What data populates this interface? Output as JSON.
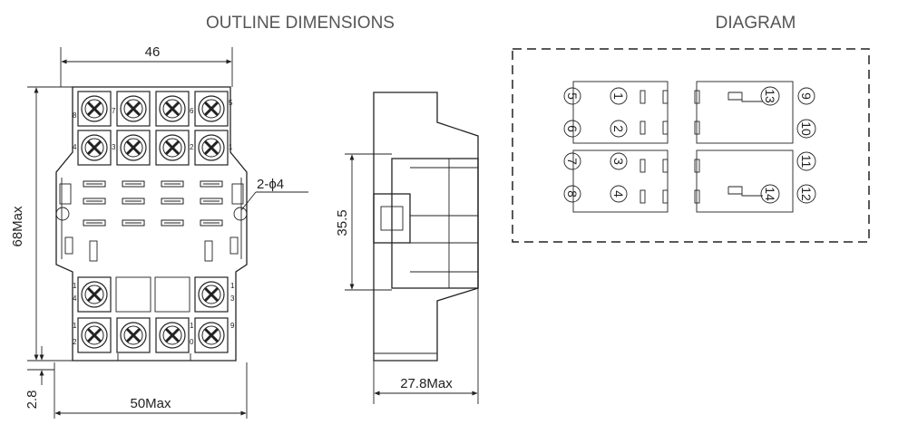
{
  "titles": {
    "outline": "OUTLINE DIMENSIONS",
    "diagram": "DIAGRAM"
  },
  "dimensions": {
    "top_width": "46",
    "height": "68Max",
    "hole": "2-ϕ4",
    "bottom_width": "50Max",
    "bottom_offset": "2.8",
    "side_height": "35.5",
    "side_depth": "27.8Max"
  },
  "terminal_labels": {
    "row1": [
      "8",
      "7",
      "6",
      "5"
    ],
    "row2": [
      "4",
      "3",
      "2",
      "1"
    ],
    "row3": [
      "1",
      "4",
      "1",
      "3"
    ],
    "row4": [
      "1",
      "2",
      "1",
      "0",
      "9"
    ]
  },
  "diagram_pins": {
    "outer_left": [
      "5",
      "6",
      "7",
      "8"
    ],
    "inner_left": [
      "1",
      "2",
      "3",
      "4"
    ],
    "coil": [
      "13",
      "14"
    ],
    "outer_right": [
      "9",
      "10",
      "11",
      "12"
    ]
  }
}
